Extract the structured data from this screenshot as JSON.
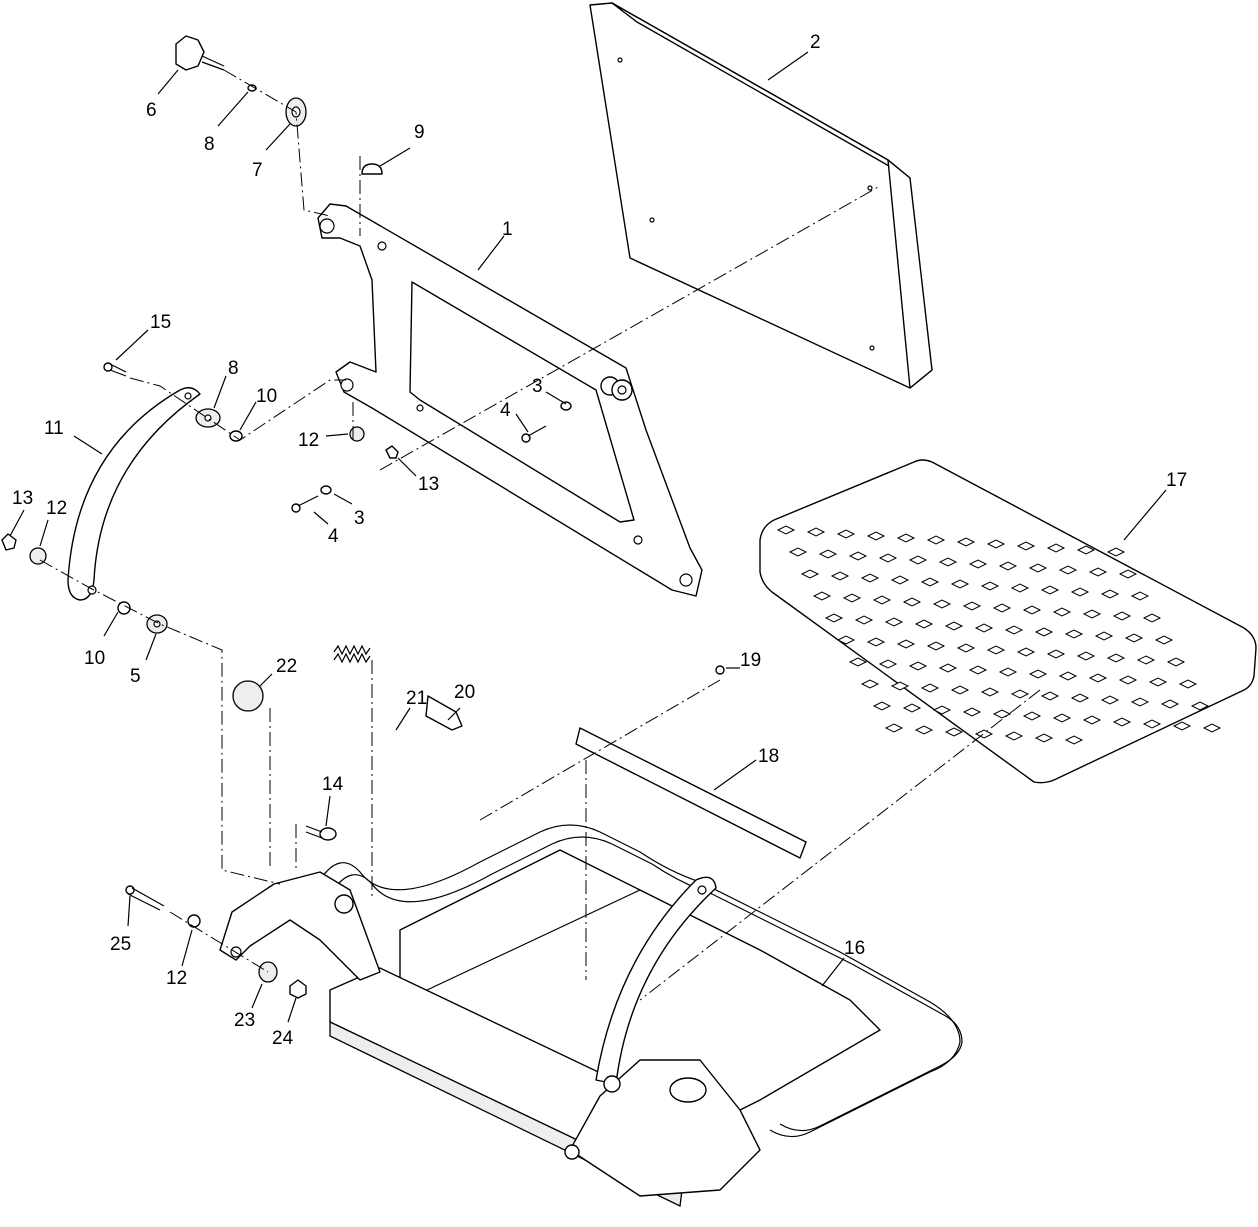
{
  "figure": {
    "type": "exploded-parts-diagram",
    "callouts": [
      {
        "id": "c1",
        "label": "1"
      },
      {
        "id": "c2",
        "label": "2"
      },
      {
        "id": "c3a",
        "label": "3"
      },
      {
        "id": "c3b",
        "label": "3"
      },
      {
        "id": "c4a",
        "label": "4"
      },
      {
        "id": "c4b",
        "label": "4"
      },
      {
        "id": "c5",
        "label": "5"
      },
      {
        "id": "c6",
        "label": "6"
      },
      {
        "id": "c7",
        "label": "7"
      },
      {
        "id": "c8a",
        "label": "8"
      },
      {
        "id": "c8b",
        "label": "8"
      },
      {
        "id": "c9",
        "label": "9"
      },
      {
        "id": "c10a",
        "label": "10"
      },
      {
        "id": "c10b",
        "label": "10"
      },
      {
        "id": "c11",
        "label": "11"
      },
      {
        "id": "c12a",
        "label": "12"
      },
      {
        "id": "c12b",
        "label": "12"
      },
      {
        "id": "c12c",
        "label": "12"
      },
      {
        "id": "c13a",
        "label": "13"
      },
      {
        "id": "c13b",
        "label": "13"
      },
      {
        "id": "c14",
        "label": "14"
      },
      {
        "id": "c15",
        "label": "15"
      },
      {
        "id": "c16",
        "label": "16"
      },
      {
        "id": "c17",
        "label": "17"
      },
      {
        "id": "c18",
        "label": "18"
      },
      {
        "id": "c19",
        "label": "19"
      },
      {
        "id": "c20",
        "label": "20"
      },
      {
        "id": "c21",
        "label": "21"
      },
      {
        "id": "c22",
        "label": "22"
      },
      {
        "id": "c23",
        "label": "23"
      },
      {
        "id": "c24",
        "label": "24"
      },
      {
        "id": "c25",
        "label": "25"
      }
    ]
  }
}
